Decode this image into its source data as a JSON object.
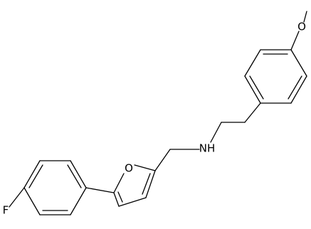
{
  "molecule": {
    "atom_labels": {
      "oxygen_methoxy": "O",
      "oxygen_furan": "O",
      "nitrogen_amine": "NH",
      "fluorine": "F"
    }
  },
  "colors": {
    "background": "#ffffff",
    "bond": "#000000",
    "text": "#000000"
  }
}
